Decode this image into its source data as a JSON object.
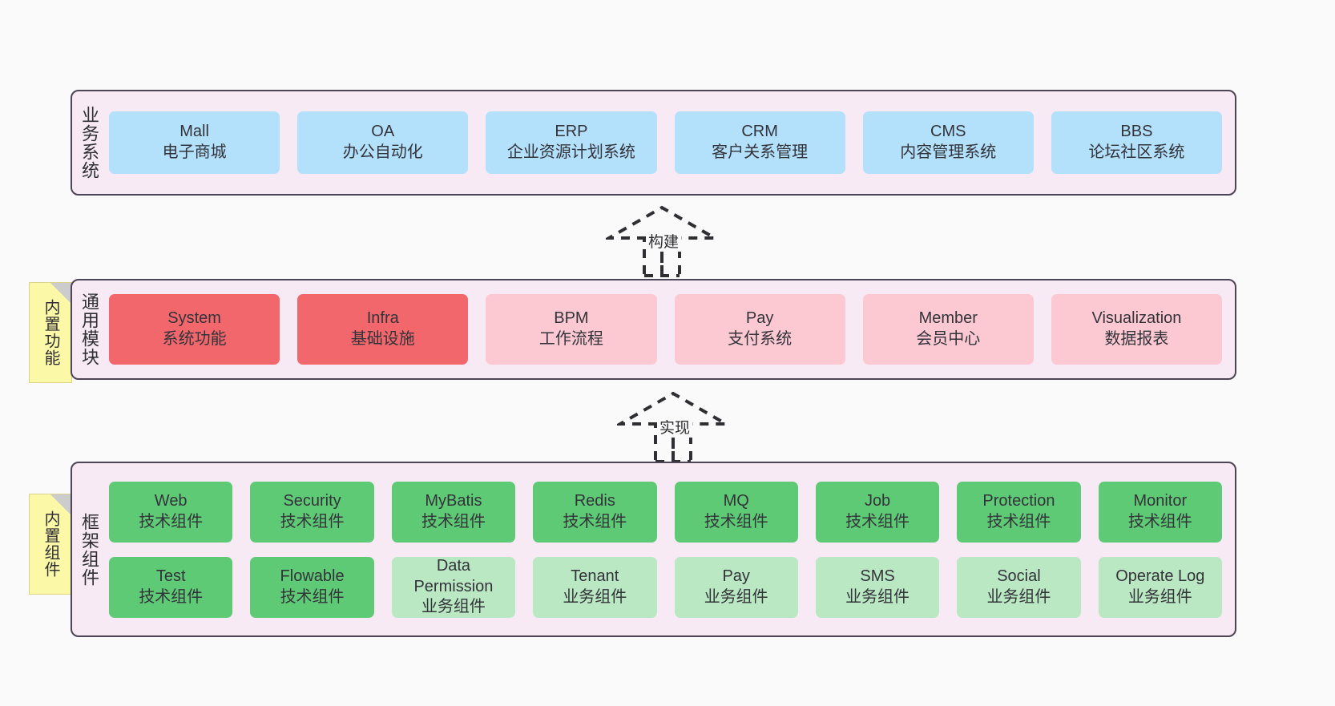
{
  "diagram": {
    "background": "#fafafa",
    "layer_border": "#4d4455",
    "layer_fill": "#f7eaf4",
    "colors": {
      "business": "#b3e0fb",
      "core_strong": "#f2676c",
      "core_light": "#fcc9d2",
      "tech": "#5fca76",
      "business_component": "#b9e8c3",
      "note": "#fbf8a8"
    }
  },
  "layers": [
    {
      "id": "business-system",
      "title": "业务系统",
      "rows": [
        [
          {
            "en": "Mall",
            "cn": "电子商城"
          },
          {
            "en": "OA",
            "cn": "办公自动化"
          },
          {
            "en": "ERP",
            "cn": "企业资源计划系统"
          },
          {
            "en": "CRM",
            "cn": "客户关系管理"
          },
          {
            "en": "CMS",
            "cn": "内容管理系统"
          },
          {
            "en": "BBS",
            "cn": "论坛社区系统"
          }
        ]
      ]
    },
    {
      "id": "common-module",
      "title": "通用模块",
      "note": "内置功能",
      "rows": [
        [
          {
            "en": "System",
            "cn": "系统功能",
            "style": "core"
          },
          {
            "en": "Infra",
            "cn": "基础设施",
            "style": "core"
          },
          {
            "en": "BPM",
            "cn": "工作流程",
            "style": "core2"
          },
          {
            "en": "Pay",
            "cn": "支付系统",
            "style": "core2"
          },
          {
            "en": "Member",
            "cn": "会员中心",
            "style": "core2"
          },
          {
            "en": "Visualization",
            "cn": "数据报表",
            "style": "core2"
          }
        ]
      ]
    },
    {
      "id": "framework-component",
      "title": "框架组件",
      "note": "内置组件",
      "rows": [
        [
          {
            "en": "Web",
            "cn": "技术组件",
            "style": "tech"
          },
          {
            "en": "Security",
            "cn": "技术组件",
            "style": "tech"
          },
          {
            "en": "MyBatis",
            "cn": "技术组件",
            "style": "tech"
          },
          {
            "en": "Redis",
            "cn": "技术组件",
            "style": "tech"
          },
          {
            "en": "MQ",
            "cn": "技术组件",
            "style": "tech"
          },
          {
            "en": "Job",
            "cn": "技术组件",
            "style": "tech"
          },
          {
            "en": "Protection",
            "cn": "技术组件",
            "style": "tech"
          },
          {
            "en": "Monitor",
            "cn": "技术组件",
            "style": "tech"
          }
        ],
        [
          {
            "en": "Test",
            "cn": "技术组件",
            "style": "tech"
          },
          {
            "en": "Flowable",
            "cn": "技术组件",
            "style": "tech"
          },
          {
            "en": "Data Permission",
            "cn": "业务组件",
            "style": "busc",
            "wrap": true
          },
          {
            "en": "Tenant",
            "cn": "业务组件",
            "style": "busc"
          },
          {
            "en": "Pay",
            "cn": "业务组件",
            "style": "busc"
          },
          {
            "en": "SMS",
            "cn": "业务组件",
            "style": "busc"
          },
          {
            "en": "Social",
            "cn": "业务组件",
            "style": "busc"
          },
          {
            "en": "Operate Log",
            "cn": "业务组件",
            "style": "busc"
          }
        ]
      ]
    }
  ],
  "connectors": [
    {
      "id": "build",
      "label": "构建"
    },
    {
      "id": "implement",
      "label": "实现"
    }
  ]
}
